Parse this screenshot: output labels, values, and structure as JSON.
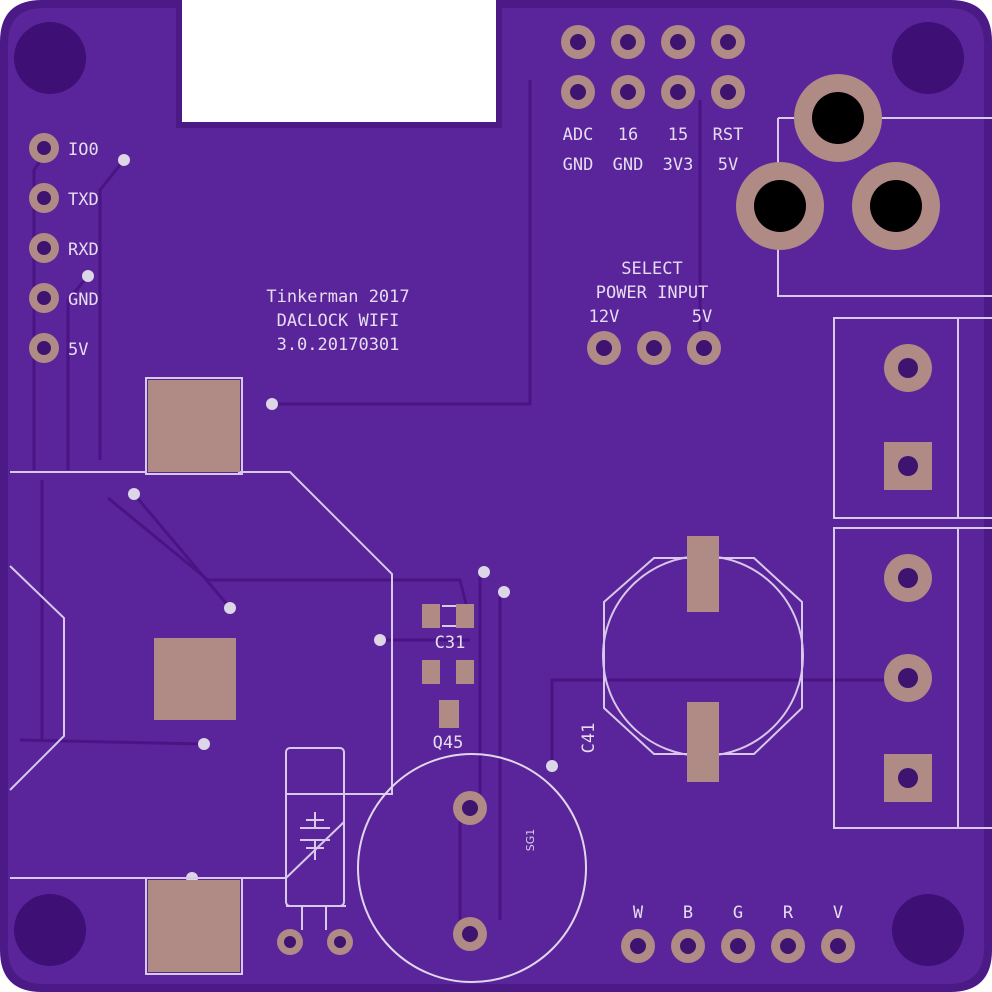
{
  "board": {
    "title_line1": "Tinkerman 2017",
    "title_line2": "DACLOCK WIFI",
    "version": "3.0.20170301",
    "colors": {
      "board": "#4b1a86",
      "pour": "#5a259a",
      "pad": "#b08a84",
      "silkscreen": "#e6dcf0",
      "drill": "#000000"
    }
  },
  "serial_header": {
    "labels": [
      "IO0",
      "TXD",
      "RXD",
      "GND",
      "5V"
    ]
  },
  "prog_header": {
    "top_row": [
      "ADC",
      "16",
      "15",
      "RST"
    ],
    "bottom_row": [
      "GND",
      "GND",
      "3V3",
      "5V"
    ]
  },
  "power_select": {
    "line1": "SELECT",
    "line2": "POWER INPUT",
    "left": "12V",
    "right": "5V"
  },
  "components": {
    "c31": "C31",
    "q45": "Q45",
    "c41": "C41",
    "sg1": "SG1"
  },
  "led_header": {
    "labels": [
      "W",
      "B",
      "G",
      "R",
      "V"
    ]
  }
}
